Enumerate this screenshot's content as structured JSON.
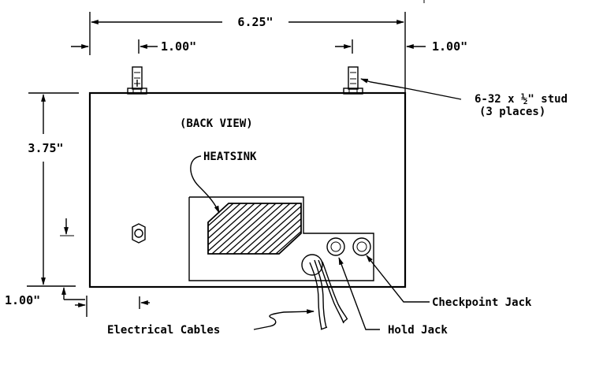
{
  "diagram": {
    "view_label": "(BACK VIEW)",
    "dimensions": {
      "overall_width": "6.25\"",
      "stud_offset_left": "1.00\"",
      "stud_offset_right": "1.00\"",
      "overall_height": "3.75\"",
      "bottom_offset": "1.00\""
    },
    "callouts": {
      "heatsink": "HEATSINK",
      "stud_line1": "6-32 x ½\" stud",
      "stud_line2": "(3 places)",
      "electrical_cables": "Electrical Cables",
      "hold_jack": "Hold Jack",
      "checkpoint_jack": "Checkpoint Jack"
    },
    "colors": {
      "ink": "#000000",
      "paper": "#ffffff"
    }
  }
}
